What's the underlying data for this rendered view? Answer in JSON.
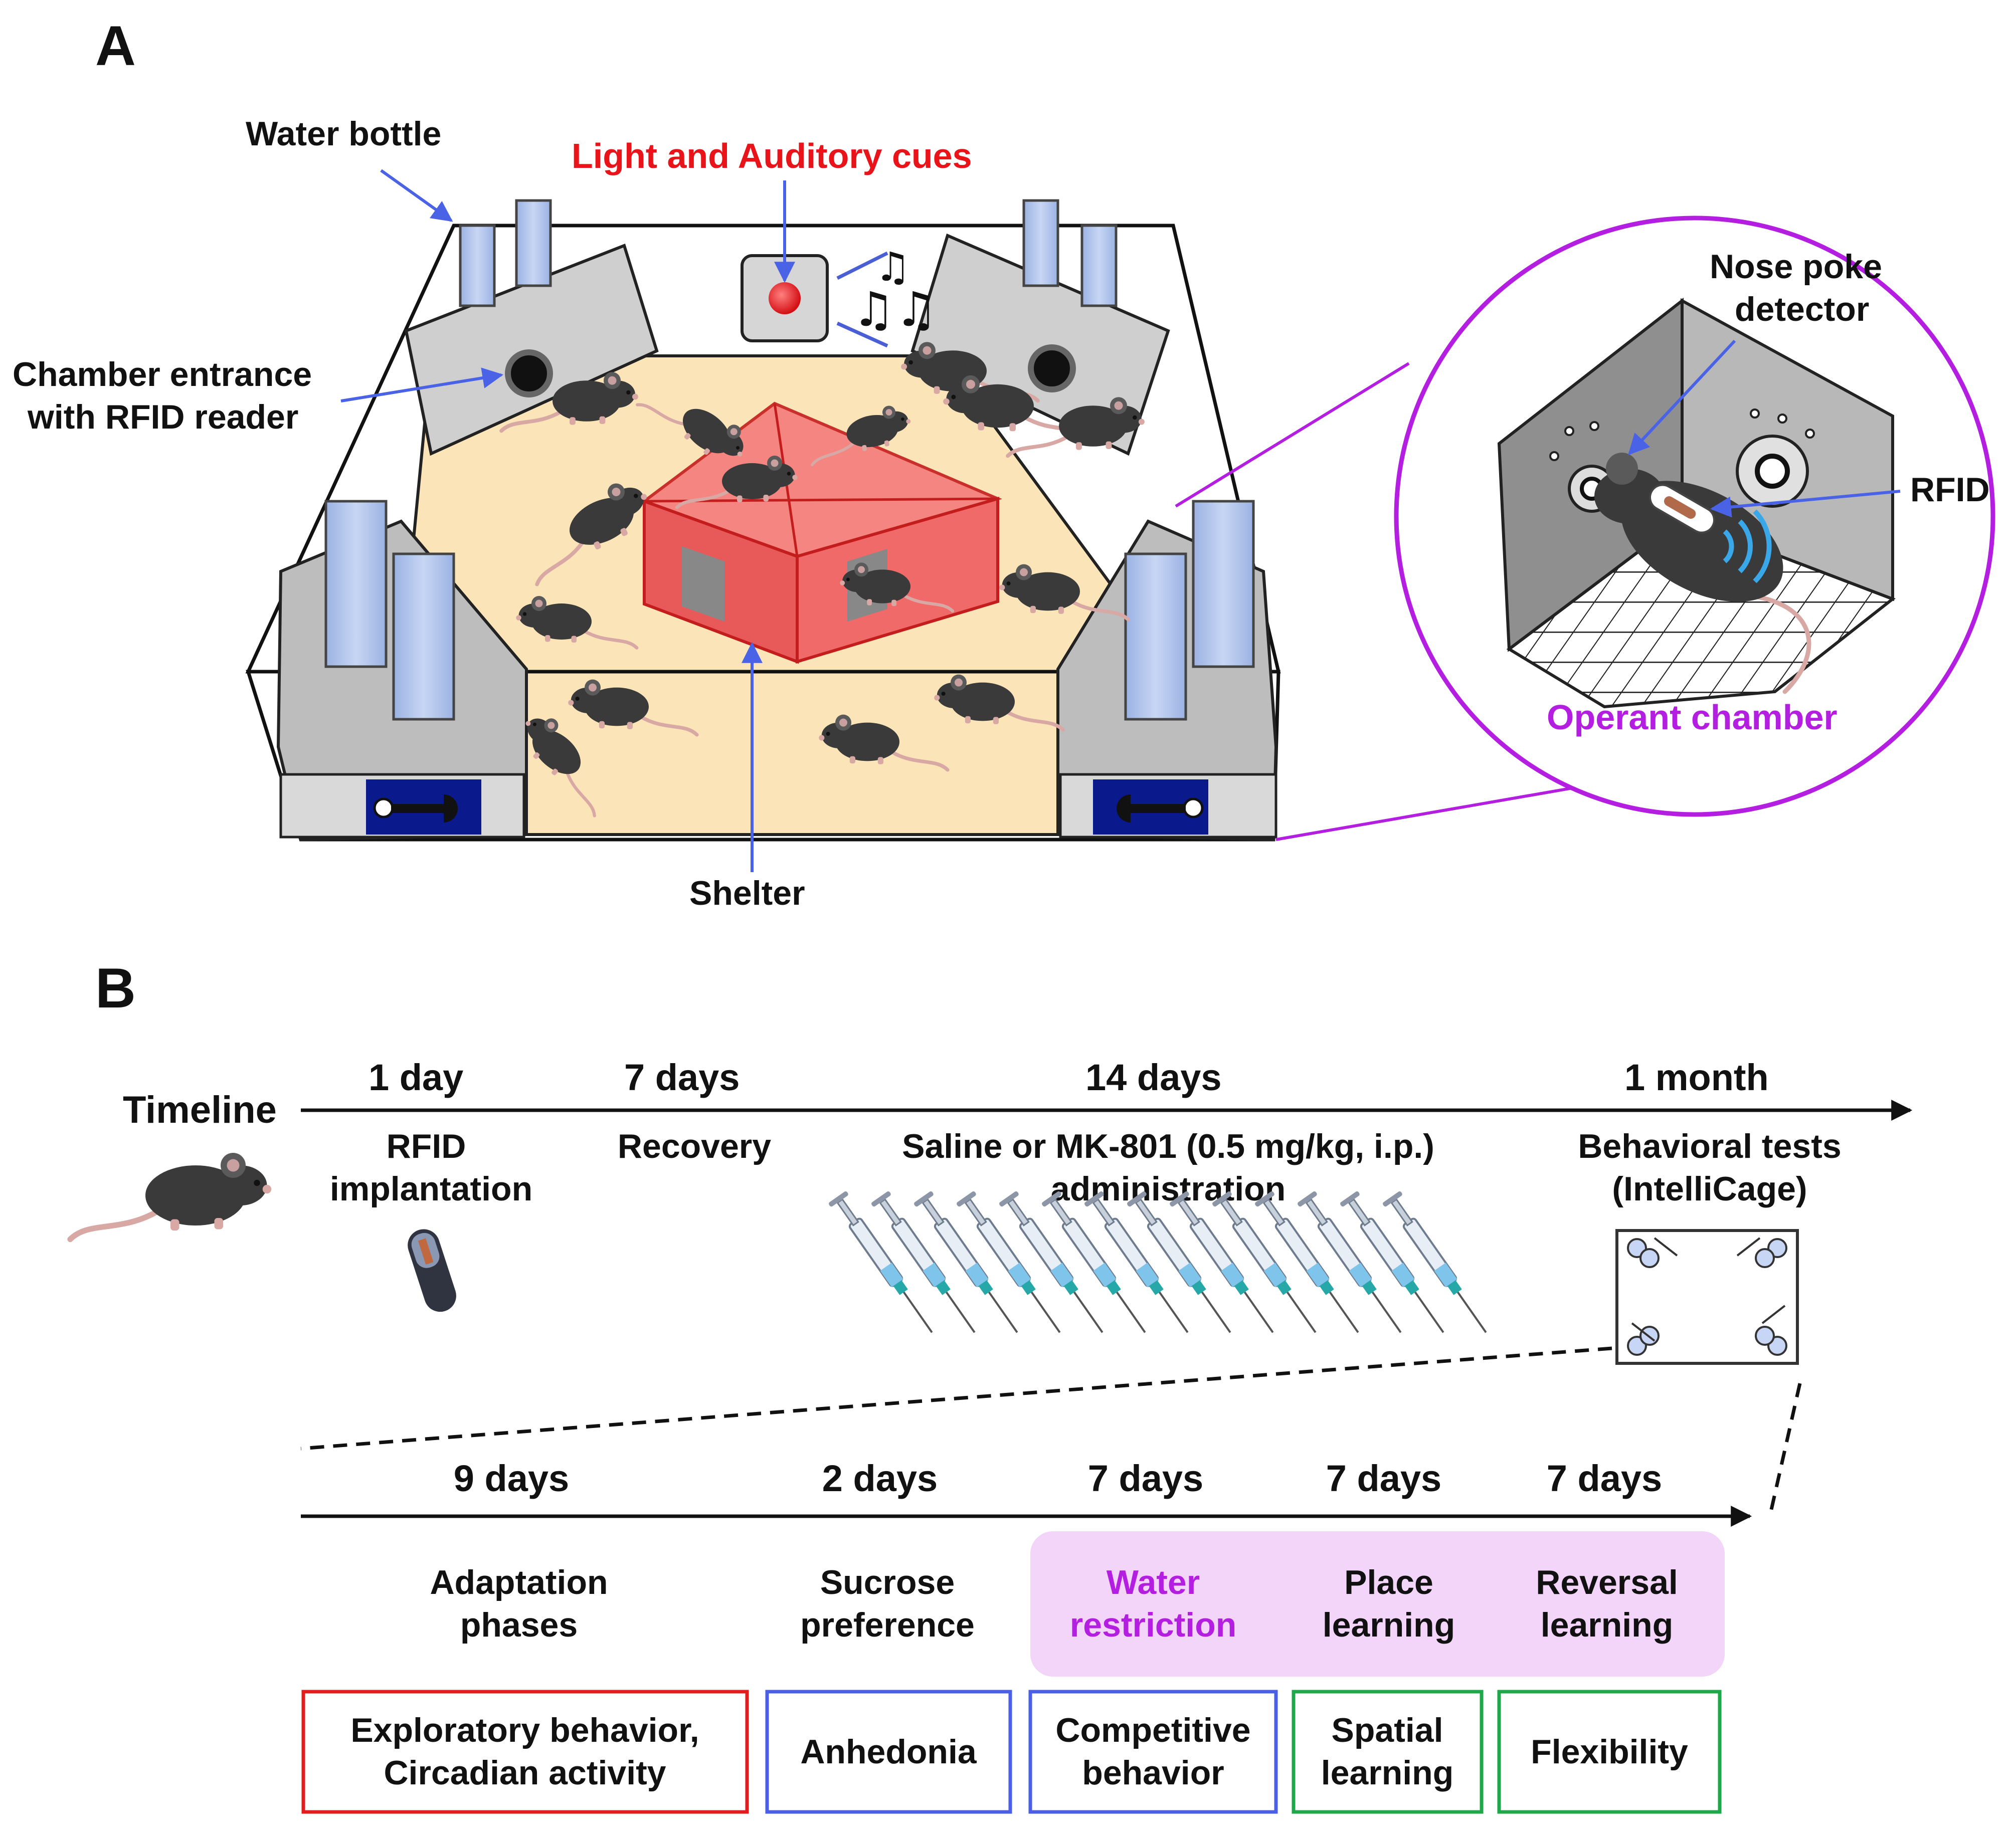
{
  "panel_a": {
    "letter": "A",
    "water_bottle": "Water bottle",
    "cues": "Light and Auditory cues",
    "entrance_line1": "Chamber entrance",
    "entrance_line2": "with RFID reader",
    "shelter": "Shelter",
    "nose_poke_line1": "Nose poke",
    "nose_poke_line2": "detector",
    "rfid": "RFID",
    "operant": "Operant chamber",
    "colors": {
      "cue_red": "#e8141a",
      "purple": "#b31ee0",
      "arrow_blue": "#4a63e6",
      "floor": "#fbe5b8",
      "shelter": "#f07a7a"
    }
  },
  "panel_b": {
    "letter": "B",
    "timeline_label": "Timeline",
    "top": {
      "durations": [
        "1 day",
        "7 days",
        "14 days",
        "1 month"
      ],
      "phases": [
        {
          "line1": "RFID",
          "line2": "implantation"
        },
        {
          "line1": "Recovery",
          "line2": ""
        },
        {
          "line1": "Saline or MK-801 (0.5 mg/kg, i.p.)",
          "line2": "administration"
        },
        {
          "line1": "Behavioral tests",
          "line2": "(IntelliCage)"
        }
      ]
    },
    "bottom": {
      "durations": [
        "9 days",
        "2 days",
        "7 days",
        "7 days",
        "7 days"
      ],
      "phases": [
        {
          "line1": "Adaptation",
          "line2": "phases"
        },
        {
          "line1": "Sucrose",
          "line2": "preference"
        },
        {
          "line1": "Water",
          "line2": "restriction"
        },
        {
          "line1": "Place",
          "line2": "learning"
        },
        {
          "line1": "Reversal",
          "line2": "learning"
        }
      ],
      "outcomes": [
        {
          "line1": "Exploratory behavior,",
          "line2": "Circadian activity",
          "color": "#e21d1d"
        },
        {
          "line1": "Anhedonia",
          "line2": "",
          "color": "#4a5ee6"
        },
        {
          "line1": "Competitive",
          "line2": "behavior",
          "color": "#4a5ee6"
        },
        {
          "line1": "Spatial",
          "line2": "learning",
          "color": "#1ea84a"
        },
        {
          "line1": "Flexibility",
          "line2": "",
          "color": "#1ea84a"
        }
      ]
    }
  }
}
